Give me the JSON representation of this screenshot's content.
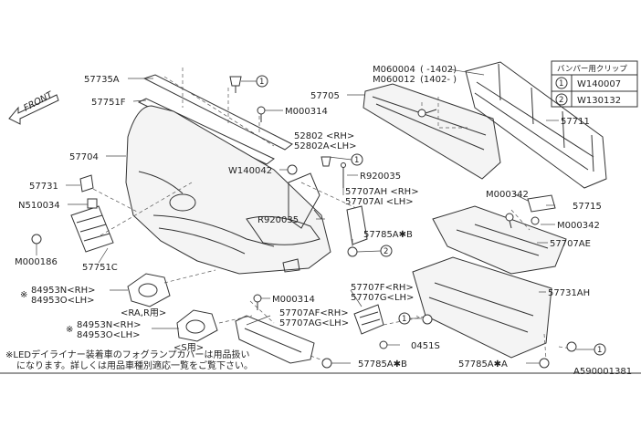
{
  "front_label": "FRONT",
  "clip_table": {
    "header": "バンパー用クリップ",
    "rows": [
      {
        "marker": "1",
        "part": "W140007"
      },
      {
        "marker": "2",
        "part": "W130132"
      }
    ]
  },
  "callouts": {
    "m060004": "M060004",
    "m060004_range": "( -1402)",
    "m060012": "M060012",
    "m060012_range": "(1402- )",
    "p57735a": "57735A",
    "p57751f": "57751F",
    "m000314_top": "M000314",
    "p57705": "57705",
    "p57711": "57711",
    "p57704": "57704",
    "p52802_rh": "52802 <RH>",
    "p52802a_lh": "52802A<LH>",
    "w140042": "W140042",
    "r920035_top": "R920035",
    "p57731": "57731",
    "n510034": "N510034",
    "p57707ah_rh": "57707AH <RH>",
    "p57707ai_lh": "57707AI <LH>",
    "m000342_a": "M000342",
    "p57715": "57715",
    "r920035_mid": "R920035",
    "m000342_b": "M000342",
    "p57785a_b_top": "57785A✱B",
    "p57707ae": "57707AE",
    "m000186": "M000186",
    "p57751c": "57751C",
    "p84953n_rh_1": "84953N<RH>",
    "p84953o_lh_1": "84953O<LH>",
    "ra_r": "<RA,R用>",
    "m000314_mid": "M000314",
    "p57707f_rh": "57707F<RH>",
    "p57707g_lh": "57707G<LH>",
    "p57731ah": "57731AH",
    "p84953n_rh_2": "84953N<RH>",
    "p84953o_lh_2": "84953O<LH>",
    "s_use": "<S用>",
    "p57707af_rh": "57707AF<RH>",
    "p57707ag_lh": "57707AG<LH>",
    "p0451s": "0451S",
    "p57785a_b_bot": "57785A✱B",
    "p57785a_a": "57785A✱A"
  },
  "clip_markers": {
    "m1": "1",
    "m2": "2"
  },
  "note_line1": "※LEDデイライナー装着車のフォグランプカバーは用品扱い",
  "note_line2": "になります。詳しくは用品車種別適応一覧をご覧下さい。",
  "diagram_id": "A590001381"
}
